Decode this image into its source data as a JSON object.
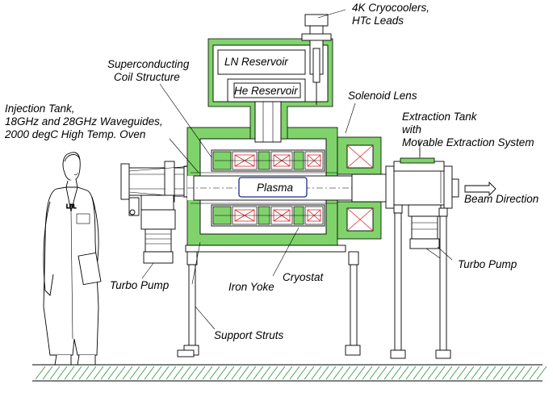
{
  "labels": {
    "cryocoolers_line1": "4K Cryocoolers,",
    "cryocoolers_line2": "HTc Leads",
    "superconducting_line1": "Superconducting",
    "superconducting_line2": "Coil Structure",
    "ln_reservoir": "LN Reservoir",
    "he_reservoir": "He Reservoir",
    "solenoid_lens": "Solenoid Lens",
    "injection_line1": "Injection Tank,",
    "injection_line2": "18GHz and 28GHz Waveguides,",
    "injection_line3": "2000 degC High Temp. Oven",
    "extraction_line1": "Extraction Tank",
    "extraction_line2": "with",
    "extraction_line3": "Movable Extraction System",
    "plasma": "Plasma",
    "beam_direction": "Beam Direction",
    "turbo_pump_left": "Turbo Pump",
    "turbo_pump_right": "Turbo Pump",
    "iron_yoke": "Iron Yoke",
    "cryostat": "Cryostat",
    "support_struts": "Support Struts",
    "person_badge": "LBL"
  },
  "colors": {
    "iron_green": "#7fd36a",
    "coil_red": "#d22222",
    "line": "#000000",
    "ground_hatch": "#2f8f3a"
  }
}
